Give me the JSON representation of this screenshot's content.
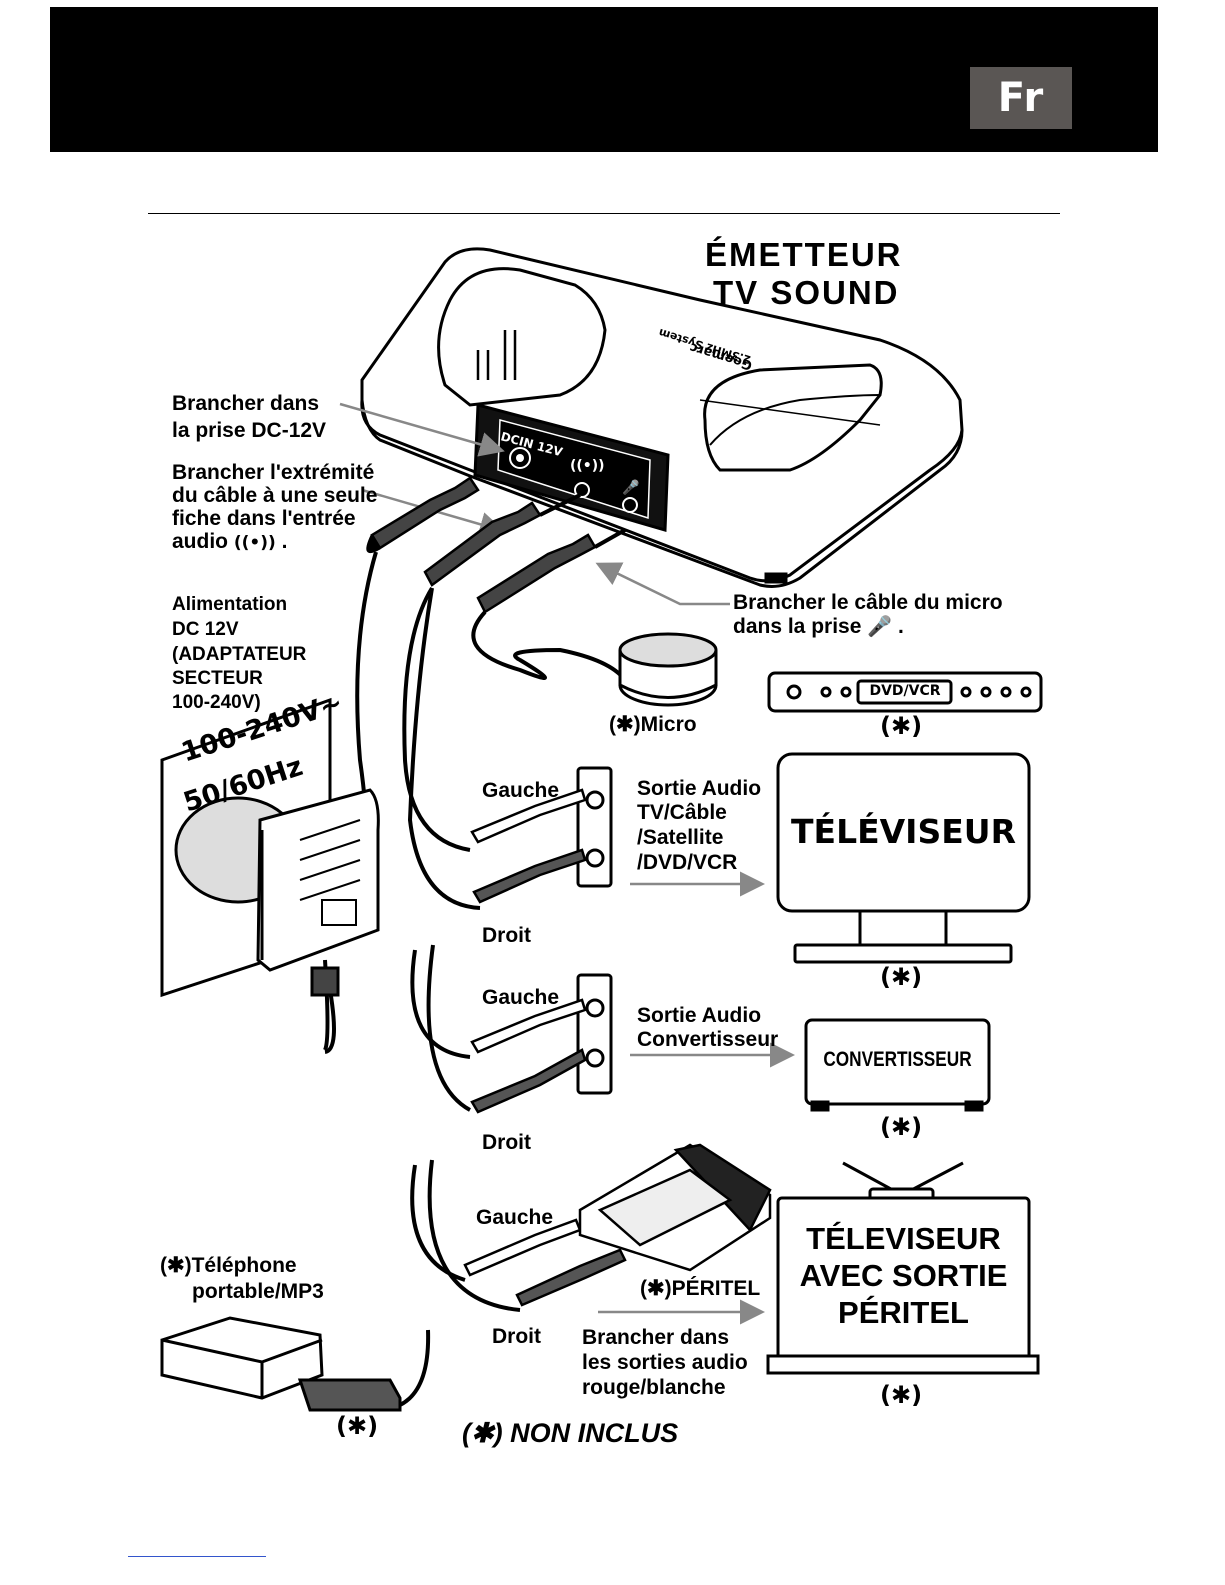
{
  "header": {
    "lang": "Fr"
  },
  "emitter": {
    "title_line1": "ÉMETTEUR",
    "title_line2": "TV SOUND",
    "brand": "Geemarc",
    "system": "2.3MHz System",
    "port_label": "DCIN 12V"
  },
  "labels": {
    "dc_line1": "Brancher dans",
    "dc_line2": "la prise DC-12V",
    "audio_line1": "Brancher l'extrémité",
    "audio_line2": "du câble à une seule",
    "audio_line3": "fiche dans l'entrée",
    "audio_line4": "audio",
    "audio_dot": ".",
    "mic_line1": "Brancher le câble du micro",
    "mic_line2": "dans la prise",
    "mic_dot": ".",
    "power_line1": "Alimentation",
    "power_line2": "DC 12V",
    "power_line3": "(ADAPTATEUR",
    "power_line4": "SECTEUR",
    "power_line5": "100-240V)",
    "wall_line1": "100-240V~",
    "wall_line2": "50/60Hz",
    "micro": "(✱)Micro",
    "dvd": "DVD/VCR",
    "star": "(✱)",
    "gauche": "Gauche",
    "droit": "Droit",
    "sortie_tv_line1": "Sortie Audio",
    "sortie_tv_line2": "TV/Câble",
    "sortie_tv_line3": "/Satellite",
    "sortie_tv_line4": "/DVD/VCR",
    "tv": "TÉLÉVISEUR",
    "sortie_conv_line1": "Sortie Audio",
    "sortie_conv_line2": "Convertisseur",
    "converter": "CONVERTISSEUR",
    "phone_line1": "(✱)Téléphone",
    "phone_line2": "portable/MP3",
    "peritel": "(✱)PÉRITEL",
    "scart_line1": "Brancher dans",
    "scart_line2": "les sorties audio",
    "scart_line3": "rouge/blanche",
    "tv_scart_line1": "TÉLEVISEUR",
    "tv_scart_line2": "AVEC SORTIE",
    "tv_scart_line3": "PÉRITEL",
    "non_inclus": "(✱) NON INCLUS"
  }
}
